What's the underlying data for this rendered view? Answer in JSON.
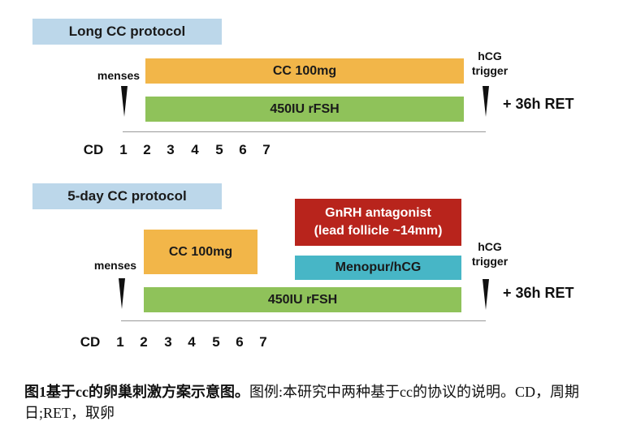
{
  "long": {
    "title": "Long CC protocol",
    "menses": "menses",
    "cc_bar": "CC 100mg",
    "fsh_bar": "450IU rFSH",
    "hcg_line1": "hCG",
    "hcg_line2": "trigger",
    "ret": "+ 36h RET",
    "cd_label": "CD",
    "days": [
      "1",
      "2",
      "3",
      "4",
      "5",
      "6",
      "7"
    ]
  },
  "short": {
    "title": "5-day CC protocol",
    "menses": "menses",
    "cc_bar": "CC 100mg",
    "gnrh_line1": "GnRH antagonist",
    "gnrh_line2": "(lead follicle ~14mm)",
    "menopur": "Menopur/hCG",
    "fsh_bar": "450IU rFSH",
    "hcg_line1": "hCG",
    "hcg_line2": "trigger",
    "ret": "+ 36h RET",
    "cd_label": "CD",
    "days": [
      "1",
      "2",
      "3",
      "4",
      "5",
      "6",
      "7"
    ]
  },
  "caption": {
    "bold": "图1基于cc的卵巢刺激方案示意图。",
    "rest": "图例:本研究中两种基于cc的协议的说明。CD，周期日;RET，取卵"
  },
  "colors": {
    "header": "#bcd7ea",
    "orange": "#f2b649",
    "green": "#8fc25a",
    "red": "#b8241c",
    "teal": "#47b6c6"
  }
}
